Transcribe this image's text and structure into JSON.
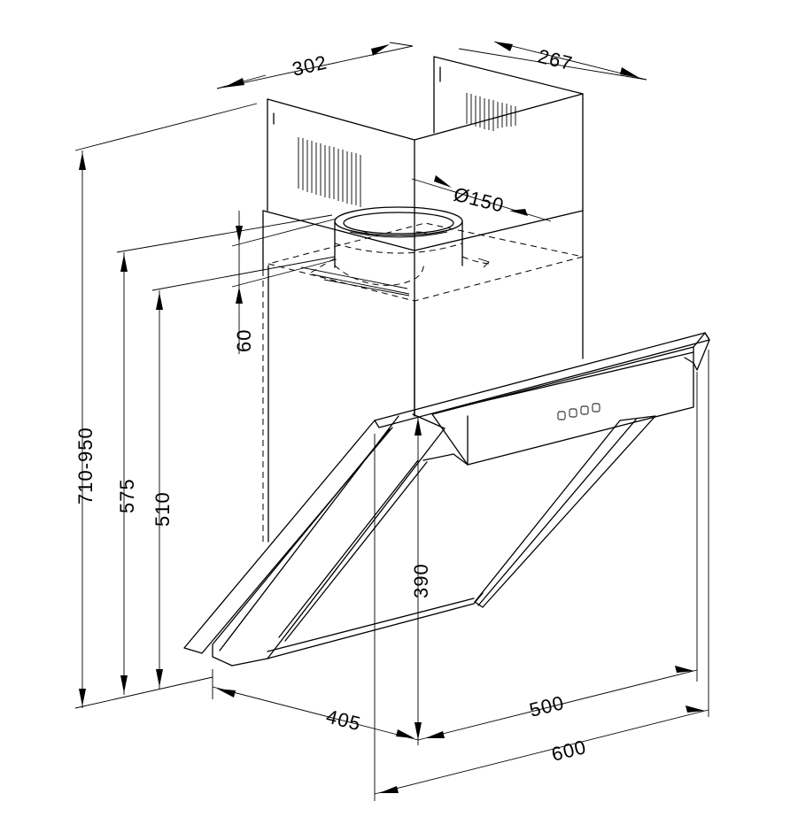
{
  "dimensions": {
    "top_width": "302",
    "top_depth": "267",
    "duct_diameter": "Ø150",
    "collar_height": "60",
    "height_range": "710-950",
    "height_575": "575",
    "height_510": "510",
    "height_390": "390",
    "depth_405": "405",
    "width_500": "500",
    "width_600": "600"
  },
  "colors": {
    "line": "#000000",
    "background": "#ffffff"
  }
}
